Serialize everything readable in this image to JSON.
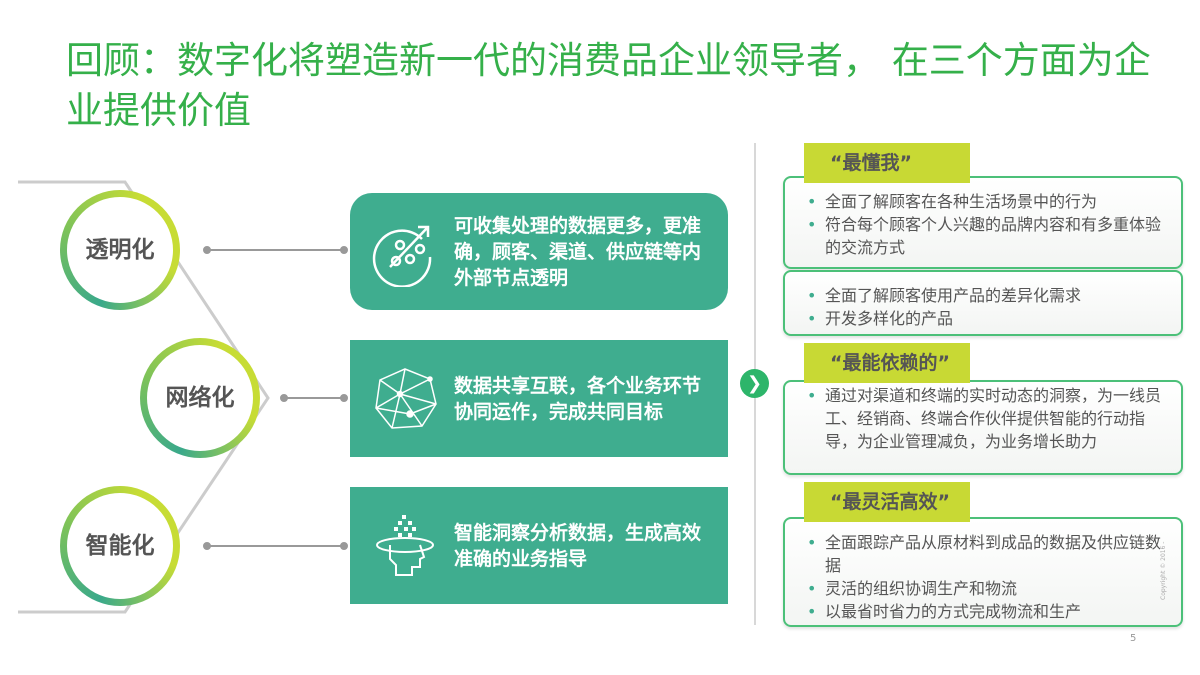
{
  "title": "回顾：数字化将塑造新一代的消费品企业领导者，  在三个方面为企业提供价值",
  "colors": {
    "title": "#35b04a",
    "box": "#3fad8f",
    "tag": "#c8d934",
    "card_border": "#4cc079"
  },
  "pillars": [
    {
      "label": "透明化",
      "icon": "circuit-arrow-icon",
      "desc": "可收集处理的数据更多，更准确，顾客、渠道、供应链等内外部节点透明"
    },
    {
      "label": "网络化",
      "icon": "network-globe-icon",
      "desc": "数据共享互联，各个业务环节协同运作，完成共同目标"
    },
    {
      "label": "智能化",
      "icon": "ai-head-icon",
      "desc": "智能洞察分析数据，生成高效准确的业务指导"
    }
  ],
  "arrow_icon": "chevron-right-icon",
  "tags": [
    "“最懂我”",
    "“最能依赖的”",
    "“最灵活高效”"
  ],
  "cards": [
    [
      "全面了解顾客在各种生活场景中的行为",
      "符合每个顾客个人兴趣的品牌内容和有多重体验的交流方式"
    ],
    [
      "全面了解顾客使用产品的差异化需求",
      "开发多样化的产品"
    ],
    [
      "通过对渠道和终端的实时动态的洞察，为一线员工、经销商、终端合作伙伴提供智能的行动指导，为企业管理减负，为业务增长助力"
    ],
    [
      "全面跟踪产品从原材料到成品的数据及供应链数据",
      "灵活的组织协调生产和物流",
      "以最省时省力的方式完成物流和生产"
    ]
  ],
  "page_number": "5",
  "copyright": "Copyright © 2016 -"
}
